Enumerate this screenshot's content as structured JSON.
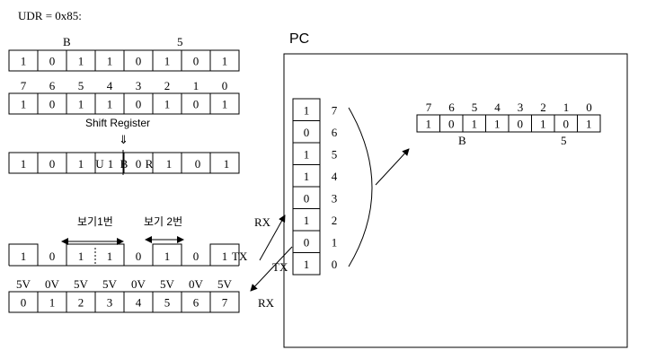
{
  "udr_label": "UDR = 0x85:",
  "pc_label": "PC",
  "hex": {
    "high": "B",
    "low": "5"
  },
  "row1": [
    "1",
    "0",
    "1",
    "1",
    "0",
    "1",
    "0",
    "1"
  ],
  "bit_indices": [
    "7",
    "6",
    "5",
    "4",
    "3",
    "2",
    "1",
    "0"
  ],
  "row2": [
    "1",
    "0",
    "1",
    "1",
    "0",
    "1",
    "0",
    "1"
  ],
  "shift_register_label": "Shift Register",
  "arrow_down": "⇓",
  "shift_row": [
    "1",
    "0",
    "1",
    "U1",
    "B",
    "0R",
    "1",
    "0",
    "1"
  ],
  "shift_row_cells": [
    {
      "text": "1"
    },
    {
      "text": "0"
    },
    {
      "text": "1"
    },
    {
      "prefix": "U",
      "value": "1"
    },
    {
      "text": "B"
    },
    {
      "prefix": "0",
      "value": "R"
    },
    {
      "text": "1"
    },
    {
      "text": "0"
    },
    {
      "text": "1"
    }
  ],
  "view1": "보기1번",
  "view2": "보기 2번",
  "wave_bits": [
    "1",
    "0",
    "1",
    "1",
    "0",
    "1",
    "0",
    "1"
  ],
  "tx_label": "TX",
  "voltages": [
    "5V",
    "0V",
    "5V",
    "5V",
    "0V",
    "5V",
    "0V",
    "5V"
  ],
  "index_row": [
    "0",
    "1",
    "2",
    "3",
    "4",
    "5",
    "6",
    "7"
  ],
  "rx_label": "RX",
  "pc_tx_label": "TX",
  "pc_rx_label": "RX",
  "column_values": [
    "1",
    "0",
    "1",
    "1",
    "0",
    "1",
    "0",
    "1"
  ],
  "column_indices": [
    "7",
    "6",
    "5",
    "4",
    "3",
    "2",
    "1",
    "0"
  ],
  "pc_bit_indices": [
    "7",
    "6",
    "5",
    "4",
    "3",
    "2",
    "1",
    "0"
  ],
  "pc_row": [
    "1",
    "0",
    "1",
    "1",
    "0",
    "1",
    "0",
    "1"
  ],
  "pc_hex": {
    "high": "B",
    "low": "5"
  },
  "colors": {
    "red": "#cc0000",
    "line": "#000000"
  }
}
